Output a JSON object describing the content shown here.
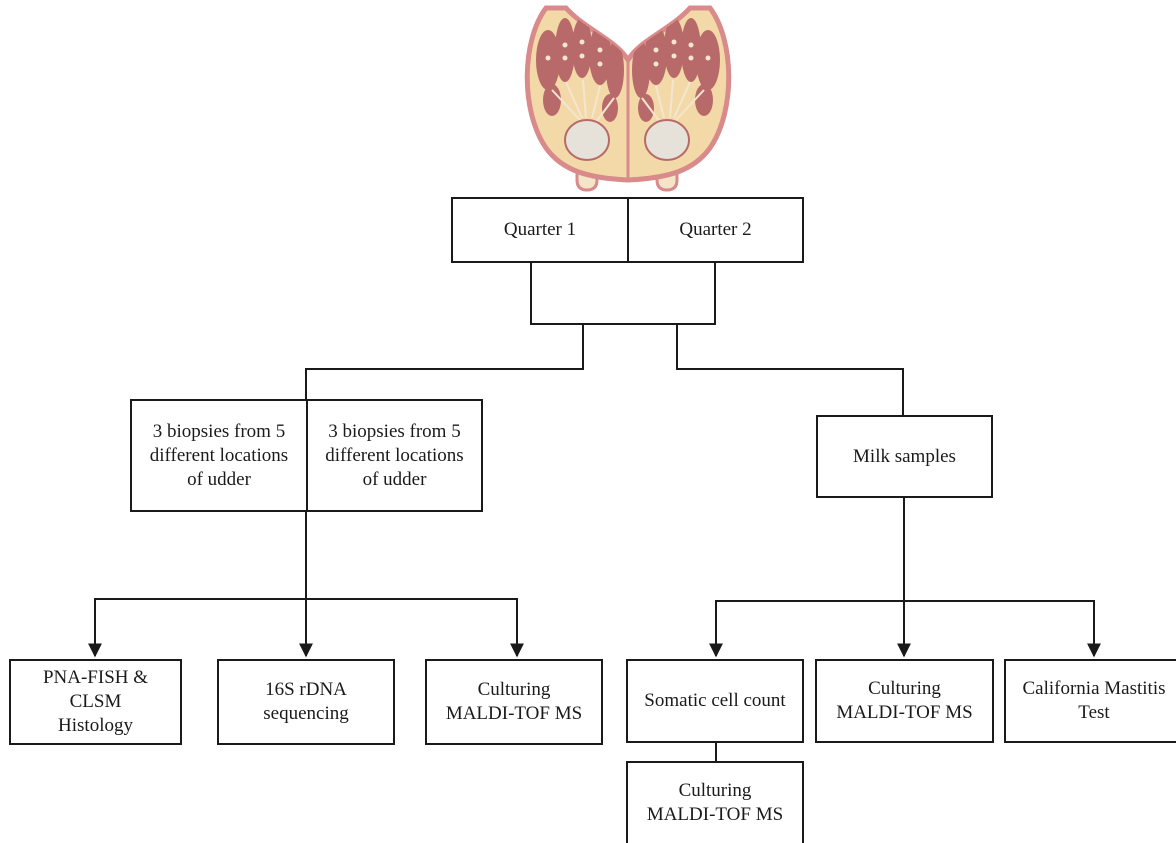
{
  "diagram": {
    "illustration": "udder-cross-section",
    "colors": {
      "line": "#1a1a1a",
      "skin": "#d98a8a",
      "tissue": "#b86a6a",
      "fat": "#f3d9a8",
      "cistern": "#e6e2da"
    },
    "quarters": {
      "q1": "Quarter 1",
      "q2": "Quarter 2"
    },
    "biopsies": {
      "left": "3 biopsies from 5\ndifferent locations\nof udder",
      "right": "3 biopsies from 5\ndifferent locations\nof udder"
    },
    "milk_samples": "Milk samples",
    "tissue_analyses": {
      "histology": "PNA-FISH &\nCLSM\nHistology",
      "sequencing": "16S rDNA\nsequencing",
      "culturing": "Culturing\nMALDI-TOF MS"
    },
    "milk_analyses": {
      "scc": "Somatic cell count",
      "culturing": "Culturing\nMALDI-TOF MS",
      "cmt": "California Mastitis\nTest"
    },
    "scc_followup": "Culturing\nMALDI-TOF MS"
  }
}
